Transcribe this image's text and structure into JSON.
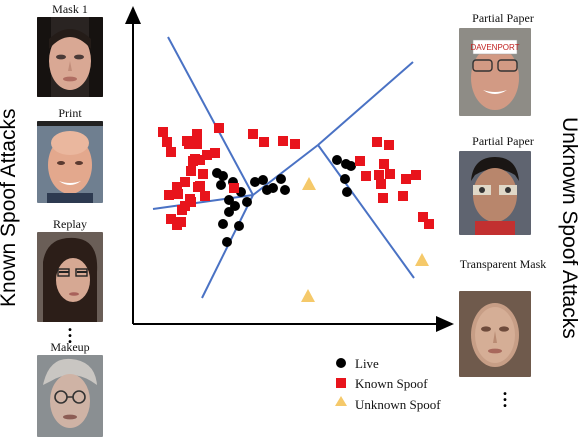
{
  "left_title": "Known Spoof Attacks",
  "right_title": "Unknown Spoof Attacks",
  "left_panels": [
    {
      "label": "Mask 1",
      "face": "mask-face"
    },
    {
      "label": "Print",
      "face": "bald-man-face"
    },
    {
      "label": "Replay",
      "face": "woman-glasses-face"
    },
    {
      "label": "Makeup",
      "face": "makeup-face"
    }
  ],
  "right_panels": [
    {
      "label": "Partial Paper",
      "face": "paper-glasses-face"
    },
    {
      "label": "Partial Paper",
      "face": "paper-eyes-face"
    },
    {
      "label": "Transparent Mask",
      "face": "transparent-mask-face"
    }
  ],
  "ellipsis": ".",
  "legend": {
    "live": "Live",
    "known": "Known Spoof",
    "unknown": "Unknown Spoof"
  },
  "colors": {
    "live": "#000000",
    "known": "#e8141c",
    "unknown": "#f5c96a",
    "boundary": "#4a72c4",
    "axis": "#000000"
  },
  "chart_data": {
    "type": "scatter",
    "axes": "unlabeled",
    "series": [
      {
        "name": "Live",
        "marker": "circle",
        "points": [
          [
            84,
            151
          ],
          [
            90,
            148
          ],
          [
            88,
            139
          ],
          [
            100,
            142
          ],
          [
            122,
            142
          ],
          [
            130,
            144
          ],
          [
            134,
            134
          ],
          [
            140,
            136
          ],
          [
            152,
            134
          ],
          [
            148,
            145
          ],
          [
            108,
            132
          ],
          [
            114,
            122
          ],
          [
            96,
            124
          ],
          [
            102,
            118
          ],
          [
            96,
            112
          ],
          [
            106,
            98
          ],
          [
            90,
            100
          ],
          [
            94,
            82
          ],
          [
            204,
            164
          ],
          [
            213,
            160
          ],
          [
            218,
            158
          ],
          [
            212,
            145
          ],
          [
            214,
            132
          ]
        ]
      },
      {
        "name": "Known Spoof",
        "marker": "square",
        "points": [
          [
            30,
            192
          ],
          [
            38,
            172
          ],
          [
            34,
            182
          ],
          [
            56,
            180
          ],
          [
            54,
            183
          ],
          [
            64,
            180
          ],
          [
            82,
            171
          ],
          [
            67,
            164
          ],
          [
            60,
            163
          ],
          [
            70,
            150
          ],
          [
            72,
            128
          ],
          [
            58,
            122
          ],
          [
            86,
            196
          ],
          [
            120,
            190
          ],
          [
            101,
            136
          ],
          [
            44,
            99
          ],
          [
            48,
            102
          ],
          [
            38,
            105
          ],
          [
            49,
            114
          ],
          [
            52,
            118
          ],
          [
            67,
            138
          ],
          [
            57,
            125
          ],
          [
            36,
            129
          ],
          [
            65,
            137
          ],
          [
            44,
            137
          ],
          [
            45,
            130
          ],
          [
            52,
            142
          ],
          [
            58,
            153
          ],
          [
            62,
            165
          ],
          [
            74,
            169
          ],
          [
            64,
            190
          ],
          [
            131,
            182
          ],
          [
            150,
            183
          ],
          [
            162,
            180
          ],
          [
            256,
            179
          ],
          [
            244,
            182
          ],
          [
            251,
            160
          ],
          [
            270,
            128
          ],
          [
            248,
            140
          ],
          [
            257,
            150
          ],
          [
            273,
            145
          ],
          [
            283,
            149
          ],
          [
            296,
            100
          ],
          [
            290,
            107
          ],
          [
            250,
            126
          ],
          [
            233,
            148
          ],
          [
            246,
            149
          ],
          [
            227,
            163
          ]
        ]
      },
      {
        "name": "Unknown Spoof",
        "marker": "triangle",
        "points": [
          [
            176,
            140
          ],
          [
            175,
            28
          ],
          [
            289,
            64
          ]
        ]
      }
    ]
  }
}
